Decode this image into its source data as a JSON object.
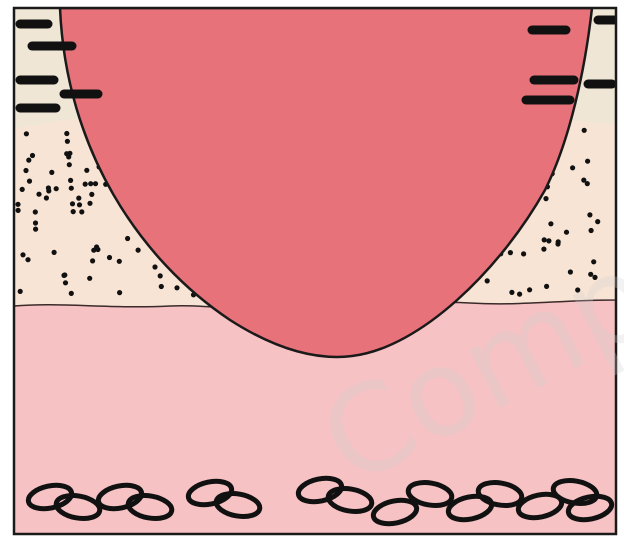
{
  "diagram": {
    "layers": [
      {
        "name": "surface-band",
        "fill": "#efe6d6"
      },
      {
        "name": "dotted-layer",
        "fill": "#f8e4d4",
        "dot_color": "#111111"
      },
      {
        "name": "pink-layer",
        "fill": "#f6c2c4"
      },
      {
        "name": "bulb",
        "fill": "#e8727a",
        "stroke": "#1a1a1a"
      }
    ],
    "frame": {
      "stroke": "#1a1a1a"
    },
    "watermark": {
      "text": "Compos"
    }
  }
}
